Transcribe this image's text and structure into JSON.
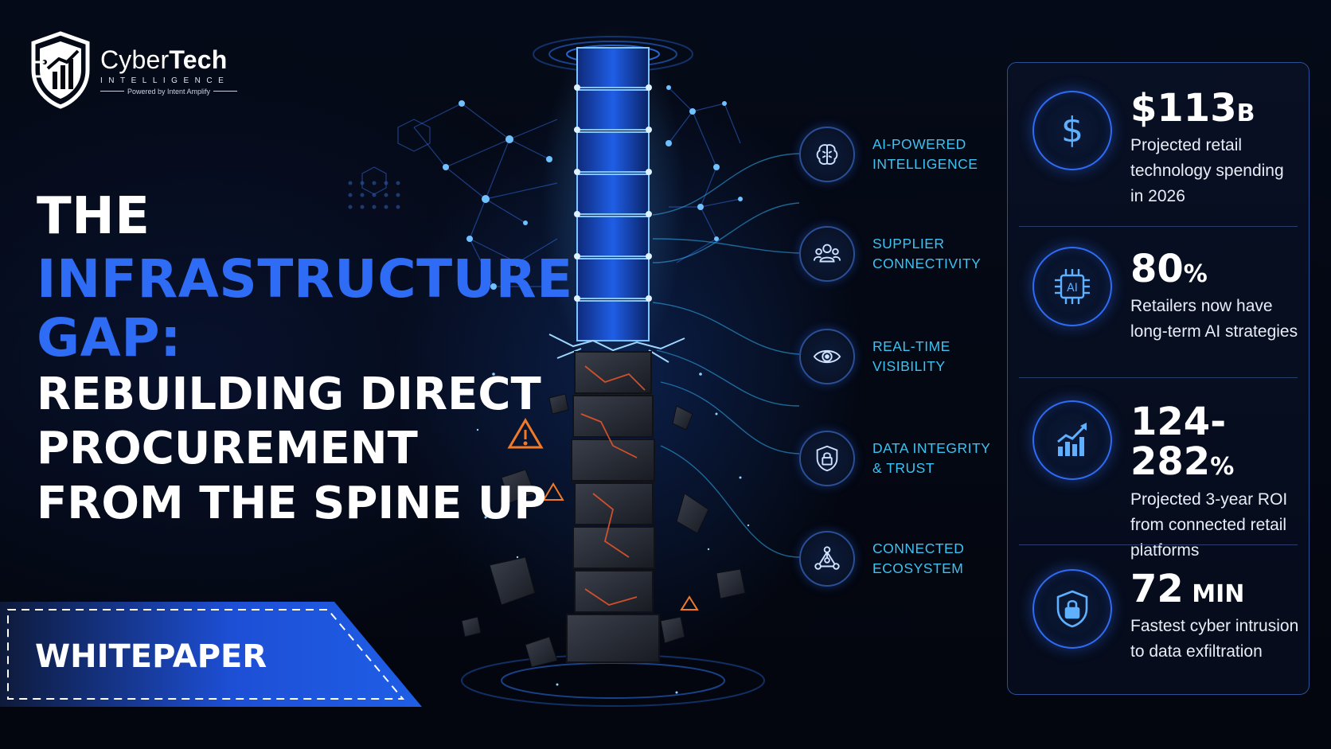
{
  "logo": {
    "name_regular": "Cyber",
    "name_bold": "Tech",
    "subtitle": "INTELLIGENCE",
    "powered": "Powered by Intent Amplify"
  },
  "headline": {
    "line1": "THE",
    "line2": "INFRASTRUCTURE",
    "line3": "GAP:",
    "line4": "REBUILDING DIRECT",
    "line5": "PROCUREMENT",
    "line6": "FROM THE SPINE UP"
  },
  "ribbon": {
    "label": "WHITEPAPER"
  },
  "features": [
    {
      "icon": "brain-icon",
      "line1": "AI-POWERED",
      "line2": "INTELLIGENCE"
    },
    {
      "icon": "people-icon",
      "line1": "SUPPLIER",
      "line2": "CONNECTIVITY"
    },
    {
      "icon": "eye-icon",
      "line1": "REAL-TIME",
      "line2": "VISIBILITY"
    },
    {
      "icon": "shield-lock-icon",
      "line1": "DATA INTEGRITY",
      "line2": "& TRUST"
    },
    {
      "icon": "network-icon",
      "line1": "CONNECTED",
      "line2": "ECOSYSTEM"
    }
  ],
  "stats": [
    {
      "icon": "dollar-icon",
      "value": "$113",
      "unit": "B",
      "desc": [
        "Projected retail",
        "technology spending",
        "in 2026"
      ]
    },
    {
      "icon": "ai-chip-icon",
      "icon_text": "AI",
      "value": "80",
      "unit": "%",
      "desc": [
        "Retailers now have",
        "long-term AI strategies"
      ]
    },
    {
      "icon": "growth-chart-icon",
      "value": "124-282",
      "unit": "%",
      "desc": [
        "Projected 3-year ROI",
        "from connected retail",
        "platforms"
      ]
    },
    {
      "icon": "shield-lock-icon",
      "value": "72",
      "unit": " MIN",
      "desc": [
        "Fastest cyber intrusion",
        "to data exfiltration"
      ]
    }
  ],
  "colors": {
    "accent_blue": "#2f6cf6",
    "feature_cyan": "#3dc2f2",
    "warning_orange": "#f07a2a",
    "background": "#04070f"
  }
}
